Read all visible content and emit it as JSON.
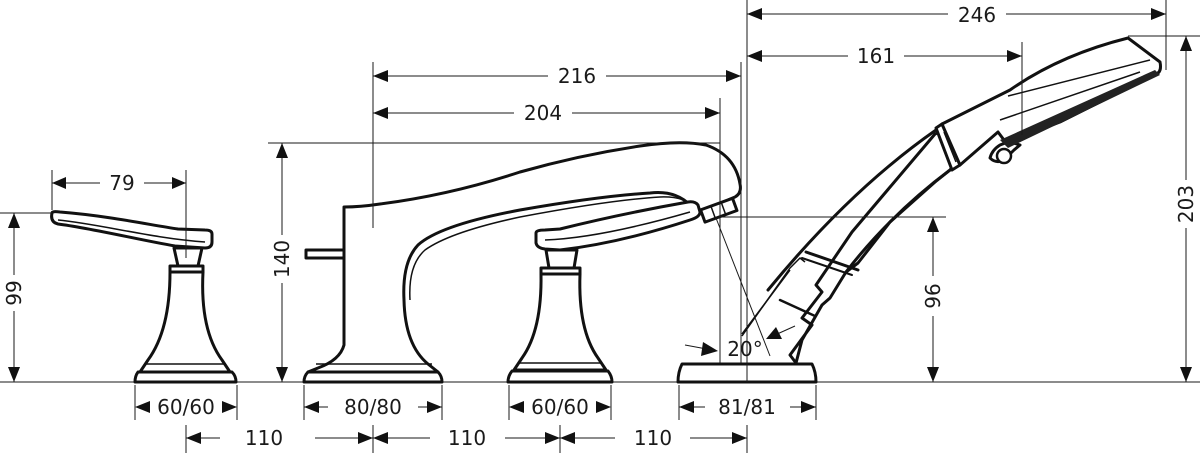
{
  "drawing": {
    "title": "Technical dimension drawing – 4-hole deck-mounted bath/tub filler with hand shower",
    "units": "mm",
    "components": [
      {
        "id": "left-handle",
        "name": "Left valve handle"
      },
      {
        "id": "spout",
        "name": "Tub spout with diverter"
      },
      {
        "id": "right-handle",
        "name": "Right valve handle"
      },
      {
        "id": "hand-shower",
        "name": "Hand shower with holder"
      }
    ],
    "dimensions": {
      "left_handle_reach": "79",
      "left_handle_height": "99",
      "left_base": "60/60",
      "spout_height": "140",
      "spout_reach_outer": "216",
      "spout_reach_inner": "204",
      "spout_base": "80/80",
      "right_base": "60/60",
      "shower_base": "81/81",
      "shower_angle": "20°",
      "shower_holder_height": "96",
      "shower_total_height": "203",
      "shower_reach_total": "246",
      "shower_reach_inner": "161",
      "spacing_1": "110",
      "spacing_2": "110",
      "spacing_3": "110"
    }
  }
}
